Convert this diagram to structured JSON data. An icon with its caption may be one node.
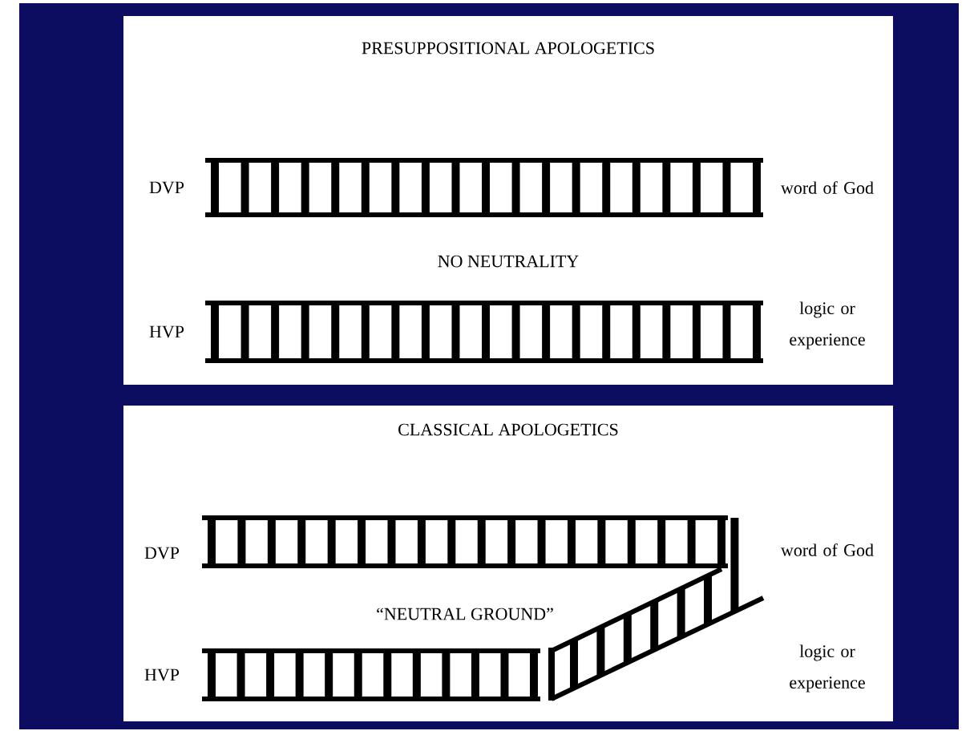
{
  "diagram": {
    "nodes": [
      {
        "text": [
          "PRESUPPOSITIONAL APOLOGETICS"
        ]
      },
      {
        "text": [
          "CLASSICAL APOLOGETICS"
        ]
      }
    ],
    "labels": [
      "DVP",
      "word of God",
      "NO NEUTRALITY",
      "HVP",
      "logic or experience",
      "DVP",
      "word of God",
      "“NEUTRAL GROUND”",
      "HVP",
      "logic or experience"
    ]
  }
}
